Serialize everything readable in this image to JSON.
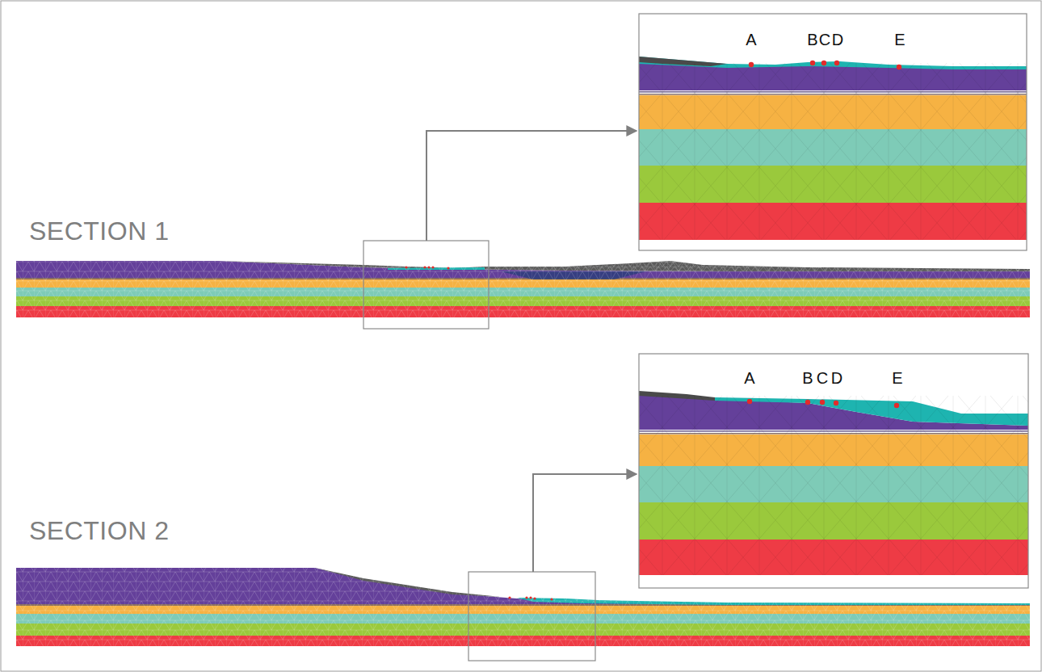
{
  "diagram": {
    "labels": [
      "A",
      "B",
      "C",
      "D",
      "E",
      "SECTION 1",
      "A",
      "B",
      "C",
      "D",
      "E",
      "SECTION 2"
    ]
  }
}
